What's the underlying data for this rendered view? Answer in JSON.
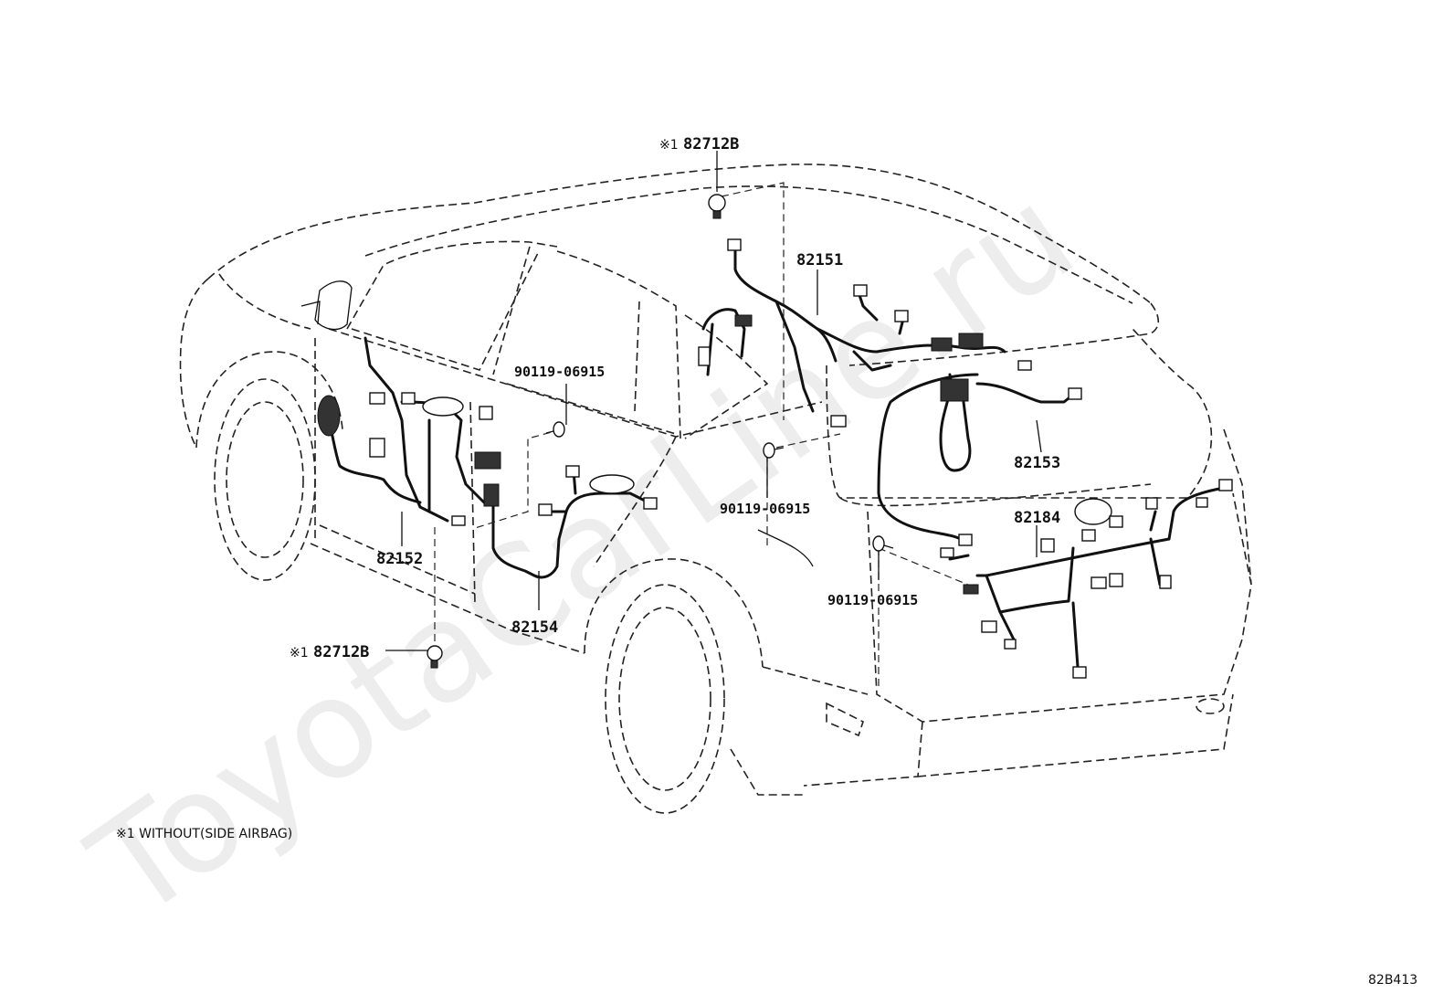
{
  "watermark": "ToyotaCarLine.ru",
  "parts": {
    "clip_top": {
      "marker": "※1",
      "code": "82712B"
    },
    "clip_bottom": {
      "marker": "※1",
      "code": "82712B"
    },
    "harness_roof": "82151",
    "harness_front_door": "82152",
    "harness_rear_door": "82154",
    "harness_back_door": "82153",
    "harness_luggage": "82184",
    "bolt_upper": "90119-06915",
    "bolt_middle": "90119-06915",
    "bolt_lower": "90119-06915"
  },
  "footnote": "※1 WITHOUT(SIDE AIRBAG)",
  "diagram_code": "82B413"
}
